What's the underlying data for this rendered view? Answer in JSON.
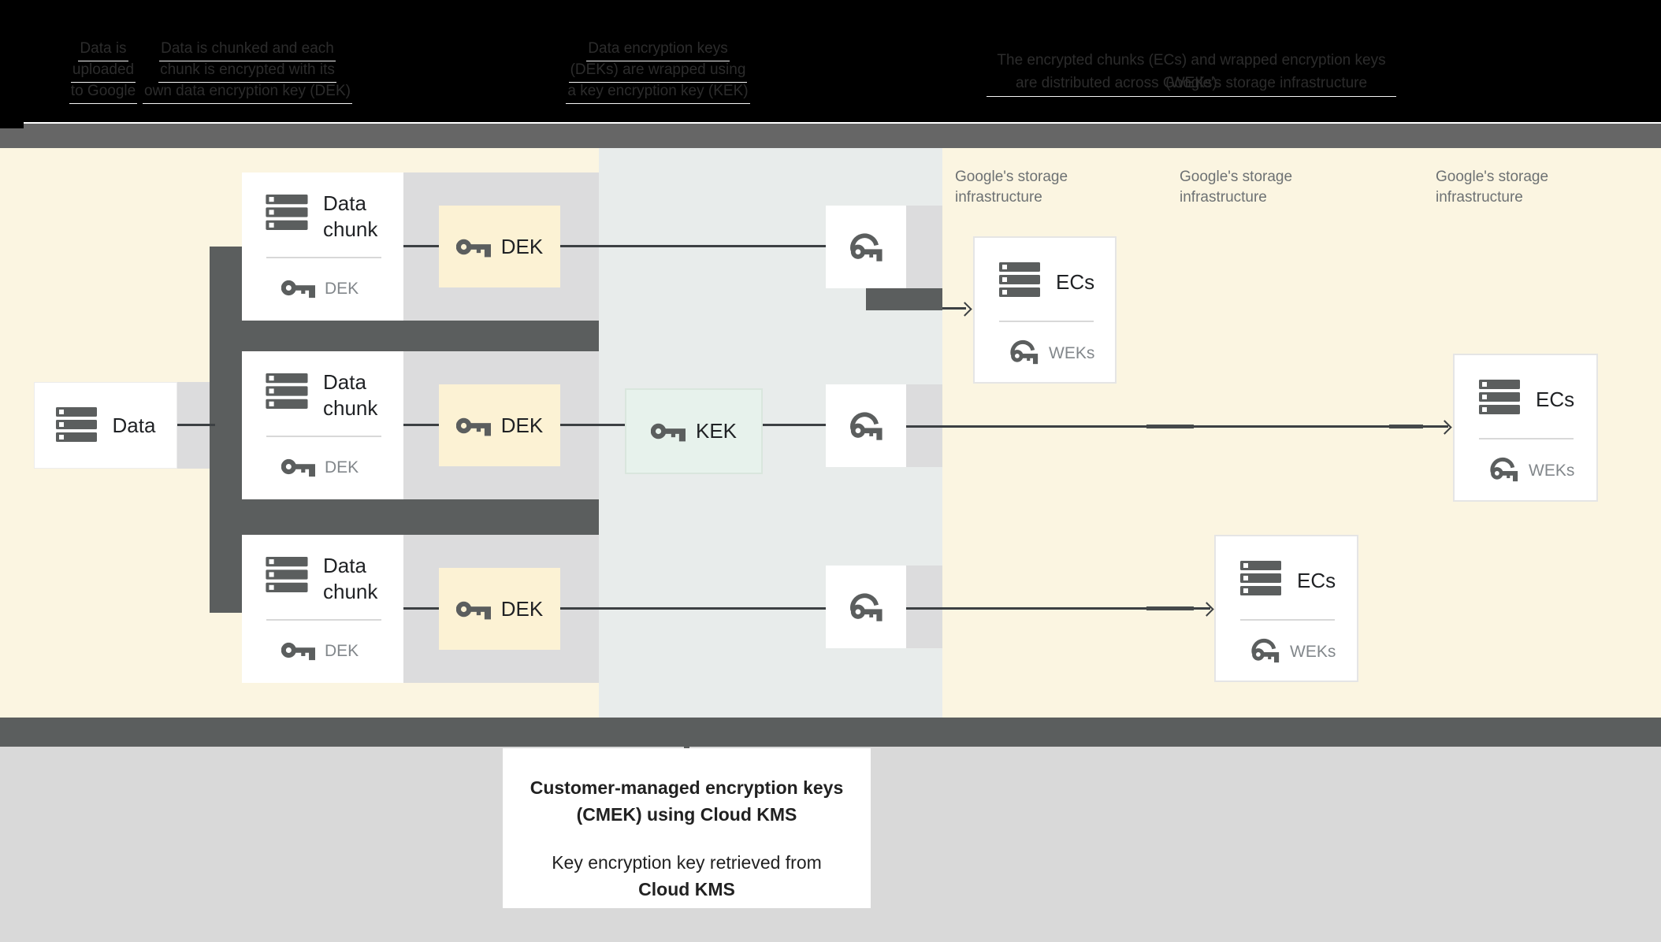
{
  "header": {
    "steps": [
      {
        "lines": [
          "Data is",
          "uploaded",
          "to Google"
        ]
      },
      {
        "lines": [
          "Data is chunked and each",
          "chunk is encrypted with its",
          "own data encryption key (DEK)"
        ]
      },
      {
        "lines": [
          "Data encryption keys",
          "(DEKs) are wrapped using",
          "a key encryption key (KEK)"
        ]
      },
      {
        "lines": [
          "The encrypted chunks (ECs) and wrapped encryption keys (WEKs)",
          "are distributed across Google's storage infrastructure"
        ]
      }
    ]
  },
  "diagram": {
    "data_box": {
      "label": "Data"
    },
    "rows": [
      {
        "chunk_title": "Data chunk",
        "chunk_key_label": "DEK",
        "dek_label": "DEK"
      },
      {
        "chunk_title": "Data chunk",
        "chunk_key_label": "DEK",
        "dek_label": "DEK"
      },
      {
        "chunk_title": "Data chunk",
        "chunk_key_label": "DEK",
        "dek_label": "DEK"
      }
    ],
    "kek_box": {
      "label": "KEK"
    },
    "storage_labels": [
      {
        "line1": "Google's storage",
        "line2": "infrastructure"
      },
      {
        "line1": "Google's storage",
        "line2": "infrastructure"
      },
      {
        "line1": "Google's storage",
        "line2": "infrastructure"
      }
    ],
    "ec_boxes": [
      {
        "title": "ECs",
        "key_label": "WEKs"
      },
      {
        "title": "ECs",
        "key_label": "WEKs"
      },
      {
        "title": "ECs",
        "key_label": "WEKs"
      }
    ]
  },
  "caption": {
    "line1": "Customer-managed encryption keys",
    "line2": "(CMEK) using Cloud KMS",
    "line3": "Key encryption key retrieved from",
    "line4": "Cloud KMS"
  },
  "icons": {
    "stack": "data-stack-icon",
    "key": "key-icon",
    "wrapped_key": "wrapped-key-icon"
  },
  "colors": {
    "header_bg": "#000000",
    "header_text": "#2c2c2c",
    "header_underline": "#f5f5f5",
    "zone_yellow": "#fbf5e1",
    "zone_blue": "#e8eceb",
    "row_band_gray": "#dcdcdd",
    "dark_gray": "#5b5e5e",
    "dek_yellow": "#fcf2d4",
    "kek_green": "#e7f2ec",
    "connector_line": "#3c4043",
    "muted_label": "#82878b",
    "storage_label": "#6d7173",
    "bottom_gray": "#d9d9d9"
  }
}
